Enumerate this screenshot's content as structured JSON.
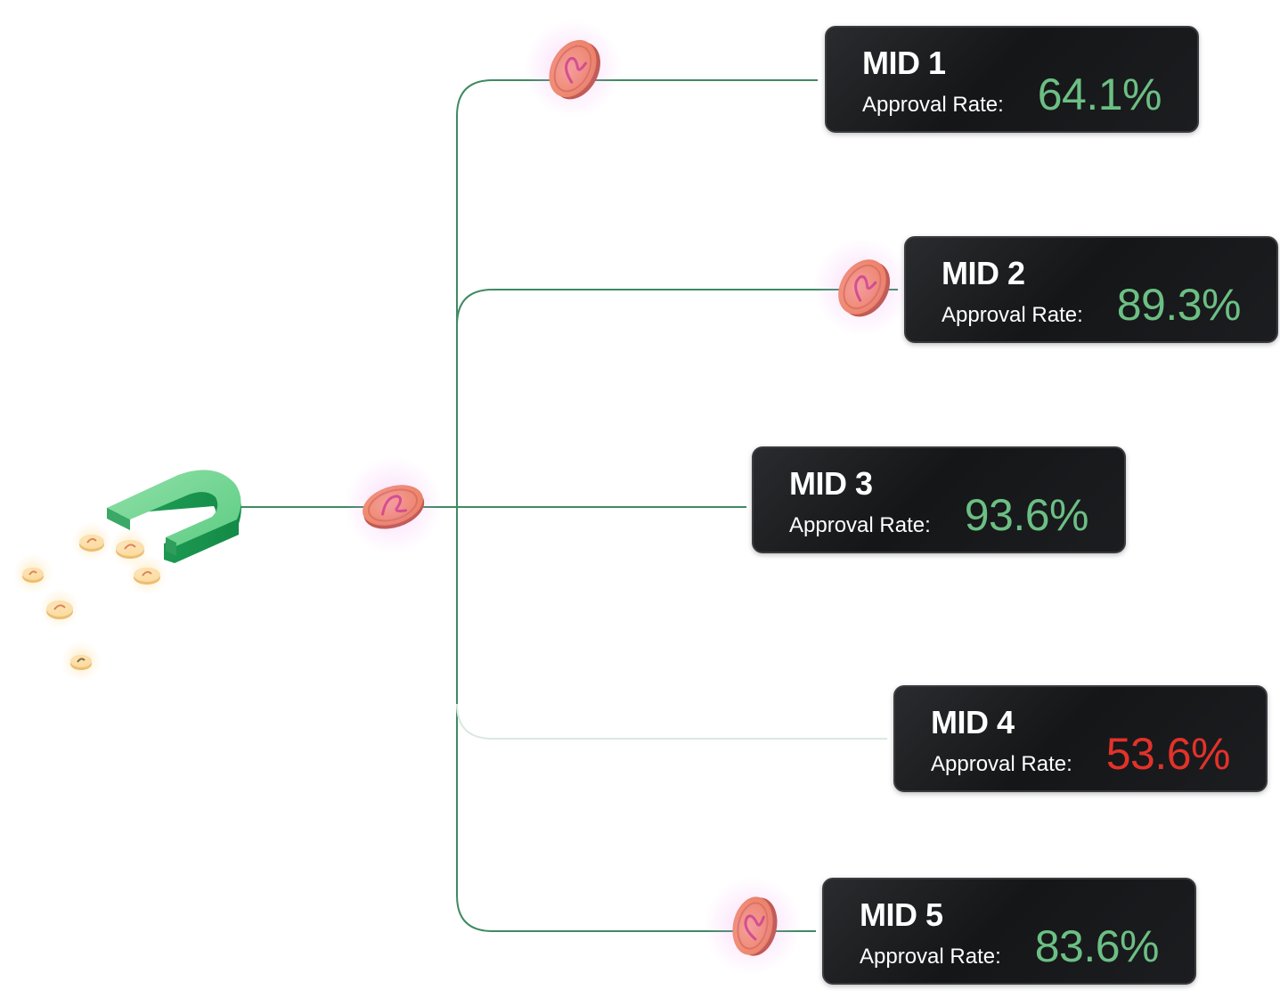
{
  "cards": [
    {
      "title": "MID 1",
      "label": "Approval Rate:",
      "value": "64.1%",
      "status": "good"
    },
    {
      "title": "MID 2",
      "label": "Approval Rate:",
      "value": "89.3%",
      "status": "good"
    },
    {
      "title": "MID 3",
      "label": "Approval Rate:",
      "value": "93.6%",
      "status": "good"
    },
    {
      "title": "MID 4",
      "label": "Approval Rate:",
      "value": "53.6%",
      "status": "bad"
    },
    {
      "title": "MID 5",
      "label": "Approval Rate:",
      "value": "83.6%",
      "status": "good"
    }
  ],
  "colors": {
    "good": "#6cbf84",
    "bad": "#e2322a",
    "connector": "#3f8a63",
    "connector_faint": "#dbe9e1",
    "magnet": "#3fb86c",
    "coin": "#f08a5d",
    "coin_mark": "#c8326a"
  },
  "icons": {
    "magnet": "magnet-icon",
    "coin": "coin-icon",
    "mini_coin": "mini-coin-icon"
  }
}
